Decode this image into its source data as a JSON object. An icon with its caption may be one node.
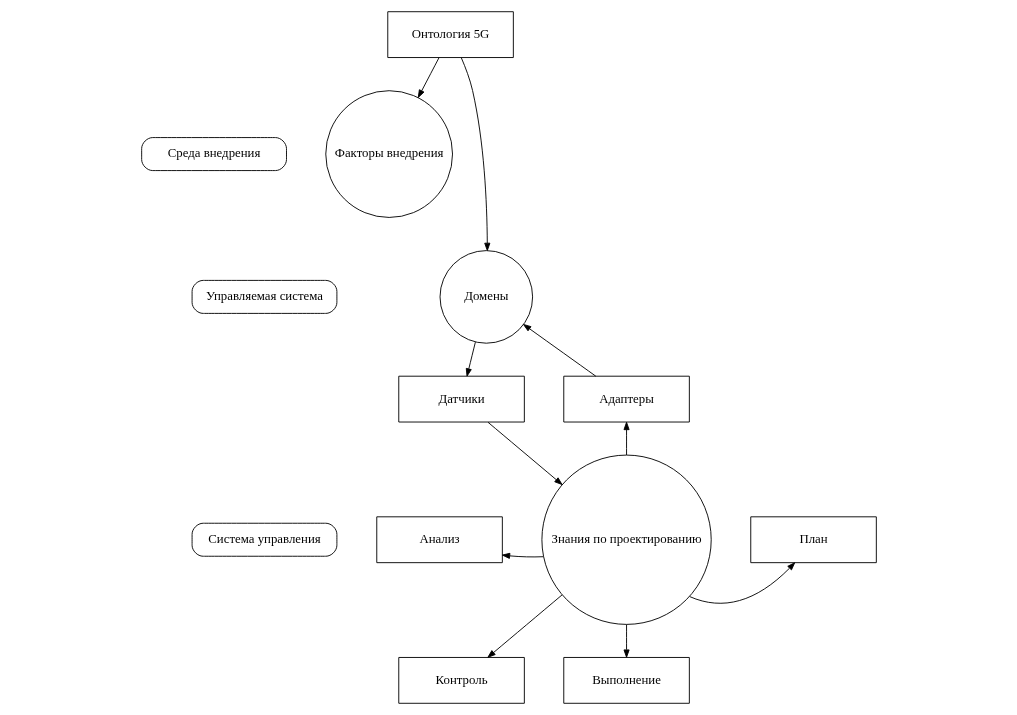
{
  "diagram": {
    "nodes": [
      {
        "text": [
          "Среда внедрения"
        ]
      },
      {
        "text": [
          "Факторы внедрения"
        ]
      },
      {
        "text": [
          "Онтология 5G"
        ]
      },
      {
        "text": [
          "Управляемая система"
        ]
      },
      {
        "text": [
          "Домены"
        ]
      },
      {
        "text": [
          "Датчики"
        ]
      },
      {
        "text": [
          "Адаптеры"
        ]
      },
      {
        "text": [
          "Система управления"
        ]
      },
      {
        "text": [
          "Знания по проектированию"
        ]
      },
      {
        "text": [
          "Анализ"
        ]
      },
      {
        "text": [
          "План"
        ]
      },
      {
        "text": [
          "Контроль"
        ]
      },
      {
        "text": [
          "Выполнение"
        ]
      }
    ],
    "edges": [
      {
        "from": 2,
        "to": 1,
        "arrow": "to"
      },
      {
        "from": 2,
        "to": 4,
        "arrow": "to"
      },
      {
        "from": 4,
        "to": 5,
        "arrow": "to"
      },
      {
        "from": 6,
        "to": 4,
        "arrow": "to"
      },
      {
        "from": 5,
        "to": 8,
        "arrow": "to"
      },
      {
        "from": 8,
        "to": 6,
        "arrow": "to"
      },
      {
        "from": 8,
        "to": 9,
        "arrow": "to"
      },
      {
        "from": 8,
        "to": 10,
        "arrow": "to"
      },
      {
        "from": 8,
        "to": 11,
        "arrow": "to"
      },
      {
        "from": 8,
        "to": 12,
        "arrow": "to"
      }
    ]
  }
}
